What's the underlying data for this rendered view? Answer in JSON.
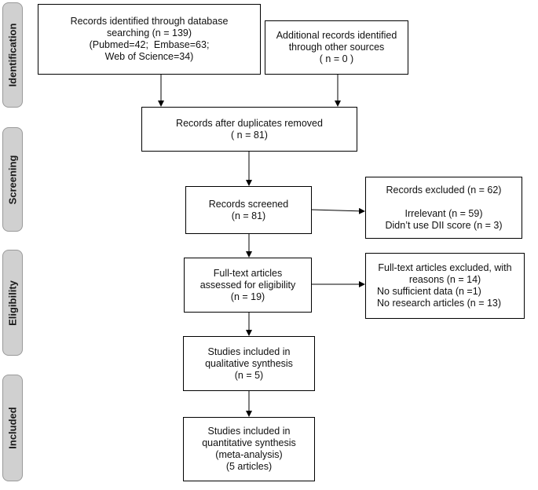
{
  "phases": {
    "identification": "Identification",
    "screening": "Screening",
    "eligibility": "Eligibility",
    "included": "Included"
  },
  "boxes": {
    "database_records": [
      "Records identified through database",
      "searching (n = 139)",
      "(Pubmed=42;  Embase=63;",
      "Web of Science=34)"
    ],
    "additional_records": [
      "Additional records identified",
      "through other sources",
      "( n = 0 )"
    ],
    "after_duplicates": [
      "Records after duplicates removed",
      "( n = 81)"
    ],
    "screened": [
      "Records screened",
      "(n = 81)"
    ],
    "excluded": [
      "Records excluded (n = 62)",
      "",
      "Irrelevant (n = 59)",
      "Didn’t use DII score (n = 3)"
    ],
    "fulltext_assessed": [
      "Full-text articles",
      "assessed for eligibility",
      "(n = 19)"
    ],
    "fulltext_excluded": [
      "Full-text articles excluded, with",
      "reasons (n = 14)",
      "No sufficient data (n =1)",
      "No research articles (n = 13)"
    ],
    "qualitative": [
      "Studies included in",
      "qualitative synthesis",
      "(n = 5)"
    ],
    "quantitative": [
      "Studies included in",
      "quantitative synthesis",
      "(meta-analysis)",
      "(5 articles)"
    ]
  }
}
